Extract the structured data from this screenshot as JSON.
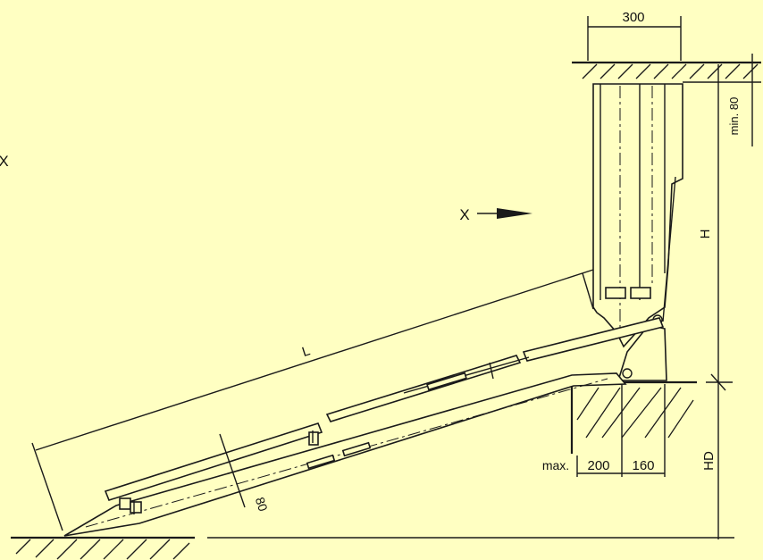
{
  "colors": {
    "background": "#ffffc2",
    "ink": "#1a1a1a"
  },
  "labels": {
    "dim_top_width": "300",
    "dim_min": "min. 80",
    "dim_height": "H",
    "dim_hd": "HD",
    "dim_length": "L",
    "dim_thickness": "80",
    "dim_max": "max.",
    "dim_200": "200",
    "dim_160": "160",
    "view_arrow": "X",
    "view_arrow_left_edge": "X"
  },
  "icons": {
    "view_arrow": "arrow-right-icon"
  }
}
